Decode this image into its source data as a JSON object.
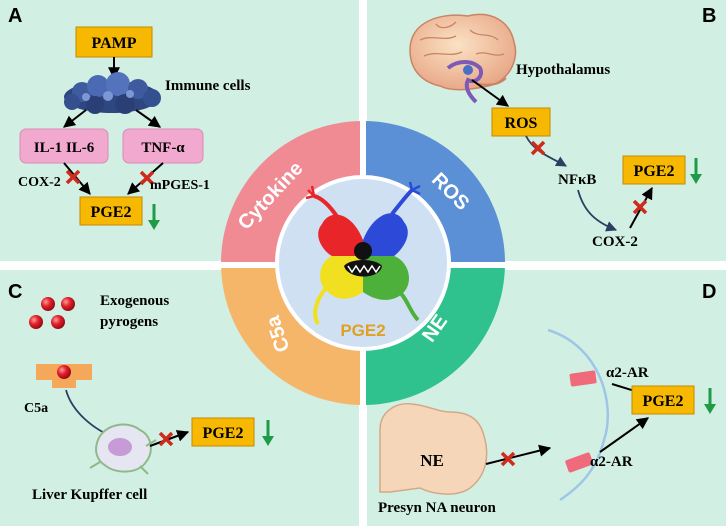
{
  "panels": {
    "a": {
      "letter": "A",
      "pamp": "PAMP",
      "immune_cells": "Immune cells",
      "il": "IL-1 IL-6",
      "tnf": "TNF-α",
      "cox2": "COX-2",
      "mpges": "mPGES-1",
      "pge2": "PGE2"
    },
    "b": {
      "letter": "B",
      "hypothalamus": "Hypothalamus",
      "ros": "ROS",
      "nfkb": "NFκB",
      "pge2": "PGE2",
      "cox2": "COX-2"
    },
    "c": {
      "letter": "C",
      "exogenous_line1": "Exogenous",
      "exogenous_line2": "pyrogens",
      "c5a": "C5a",
      "pge2": "PGE2",
      "kupffer": "Liver Kupffer cell"
    },
    "d": {
      "letter": "D",
      "a2ar_top": "α2-AR",
      "a2ar_bottom": "α2-AR",
      "pge2": "PGE2",
      "ne": "NE",
      "neuron": "Presyn NA  neuron"
    }
  },
  "center": {
    "cytokine": "Cytokine",
    "ros": "ROS",
    "c5a": "C5a",
    "ne": "NE",
    "pge2": "PGE2"
  },
  "colors": {
    "panel_bg": "#d2efe3",
    "pge2_box": "#f6b800",
    "pink_box": "#f2a9cf",
    "down_arrow": "#1f9b48",
    "block_x": "#cf2b1c",
    "ring_cytokine": "#f08b94",
    "ring_ros": "#5b8fd6",
    "ring_c5a": "#f5b66a",
    "ring_ne": "#2fc28e"
  }
}
